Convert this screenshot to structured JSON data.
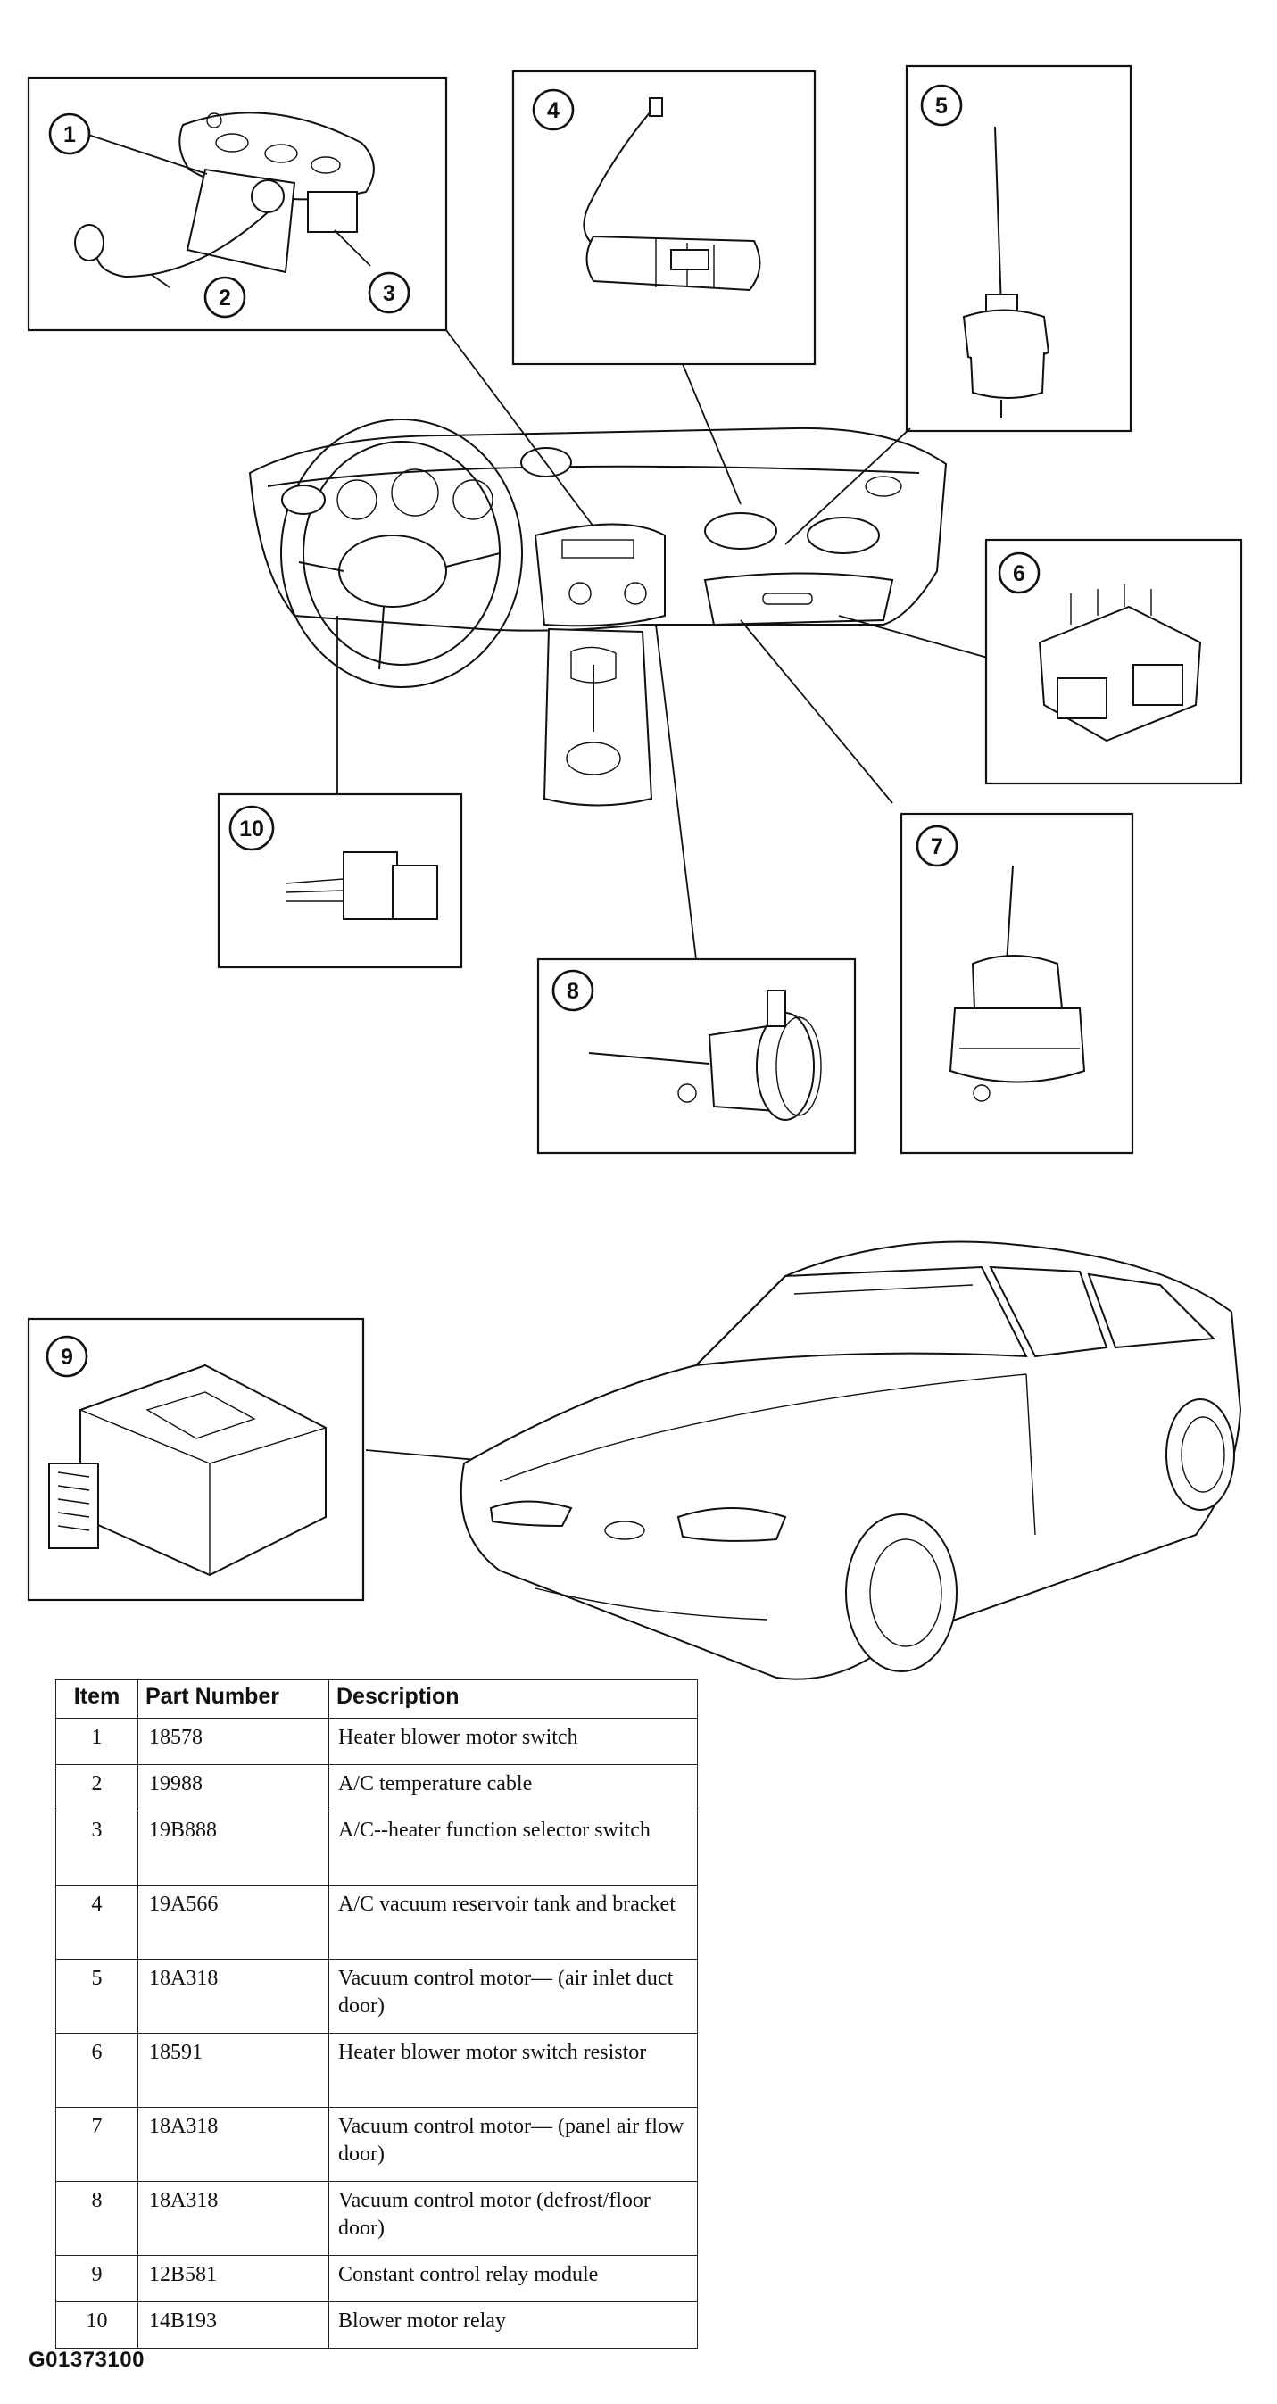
{
  "callouts": [
    "1",
    "2",
    "3",
    "4",
    "5",
    "6",
    "7",
    "8",
    "9",
    "10"
  ],
  "table": {
    "headers": {
      "item": "Item",
      "part": "Part Number",
      "desc": "Description"
    },
    "rows": [
      {
        "item": "1",
        "part": "18578",
        "desc": "Heater blower motor switch"
      },
      {
        "item": "2",
        "part": "19988",
        "desc": "A/C temperature cable"
      },
      {
        "item": "3",
        "part": "19B888",
        "desc": "A/C--heater function selector switch"
      },
      {
        "item": "4",
        "part": "19A566",
        "desc": "A/C vacuum reservoir tank and bracket"
      },
      {
        "item": "5",
        "part": "18A318",
        "desc": "Vacuum control motor— (air inlet duct door)"
      },
      {
        "item": "6",
        "part": "18591",
        "desc": "Heater blower motor switch resistor"
      },
      {
        "item": "7",
        "part": "18A318",
        "desc": "Vacuum control motor— (panel air flow door)"
      },
      {
        "item": "8",
        "part": "18A318",
        "desc": "Vacuum control motor (defrost/floor door)"
      },
      {
        "item": "9",
        "part": "12B581",
        "desc": "Constant control relay module"
      },
      {
        "item": "10",
        "part": "14B193",
        "desc": "Blower motor relay"
      }
    ]
  },
  "figure_code": "G01373100"
}
